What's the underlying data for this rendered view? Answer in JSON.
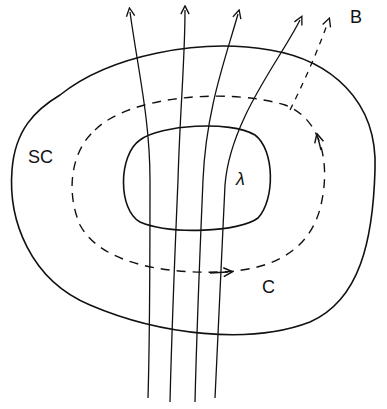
{
  "diagram": {
    "labels": [
      "B",
      "SC",
      "C",
      "λ"
    ]
  }
}
